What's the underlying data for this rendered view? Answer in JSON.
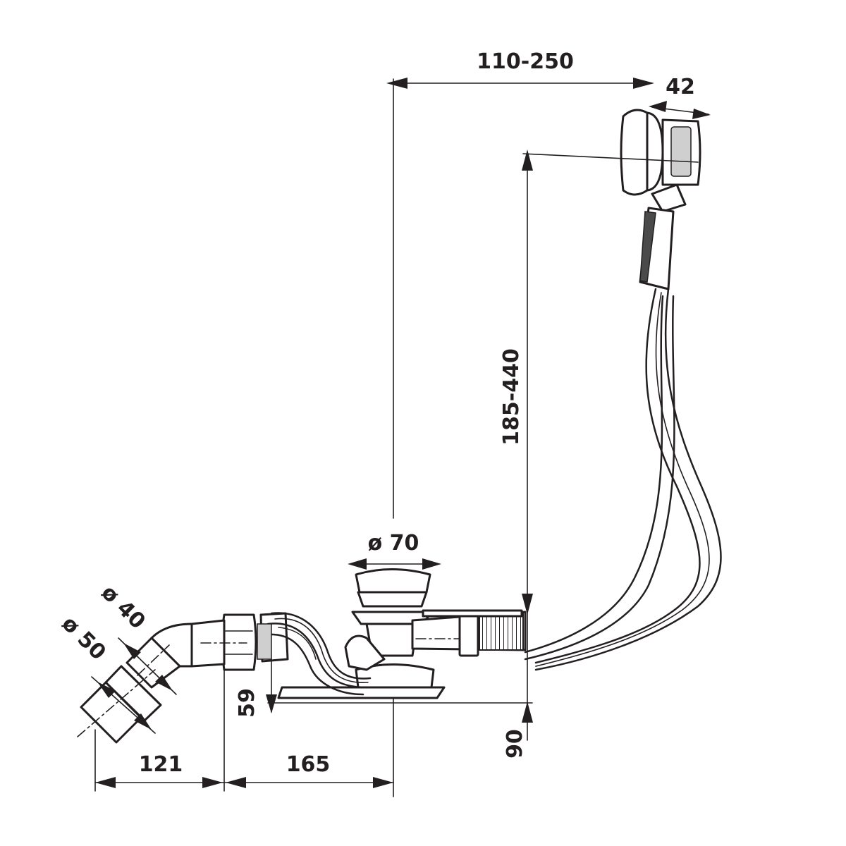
{
  "dimensions": {
    "width_range": "110-250",
    "overflow_depth": "42",
    "height_range": "185-440",
    "waste_diameter": "ø 70",
    "outlet_diameter_40": "ø 40",
    "outlet_diameter_50": "ø 50",
    "height_59": "59",
    "height_90": "90",
    "length_121": "121",
    "length_165": "165"
  },
  "colors": {
    "line": "#231f20",
    "background": "#ffffff"
  }
}
